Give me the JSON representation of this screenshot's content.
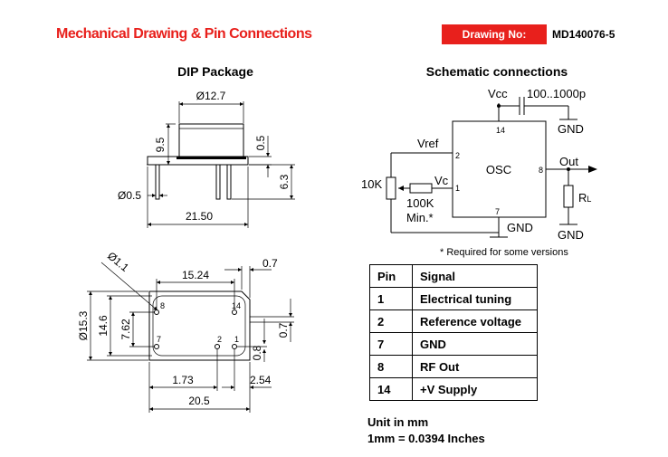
{
  "header": {
    "title": "Mechanical Drawing & Pin Connections",
    "drawing_no_label": "Drawing No:",
    "drawing_no_value": "MD140076-5"
  },
  "dip": {
    "heading": "DIP Package",
    "dim_top_width": "Ø12.7",
    "dim_height": "9.5",
    "dim_seat": "0.5",
    "dim_lead_len": "6.3",
    "dim_lead_dia": "Ø0.5",
    "dim_length": "21.50",
    "dim_pin_dia": "Ø1.1",
    "dim_pin_span": "15.24",
    "dim_edge": "0.7",
    "dim_width": "Ø15.3",
    "dim_inner": "14.6",
    "dim_row": "7.62",
    "dim_right_07": "0.7",
    "dim_right_08": "0.8",
    "dim_bottom_173": "1.73",
    "dim_bottom_254": "2.54",
    "dim_bottom_205": "20.5",
    "pin_8": "8",
    "pin_14": "14",
    "pin_7": "7",
    "pin_2": "2",
    "pin_1": "1"
  },
  "schematic": {
    "heading": "Schematic connections",
    "vcc": "Vcc",
    "cap": "100..1000p",
    "gnd_cap": "GND",
    "pin14": "14",
    "vref": "Vref",
    "pin2": "2",
    "osc": "OSC",
    "pin8": "8",
    "out": "Out",
    "r10k": "10K",
    "vc": "Vc",
    "pin1": "1",
    "r100k": "100K",
    "min": "Min.*",
    "pin7": "7",
    "gnd_osc": "GND",
    "rl": "R",
    "rl_sub": "L",
    "gnd_rl": "GND",
    "note": "* Required for some versions"
  },
  "pin_table": {
    "headers": [
      "Pin",
      "Signal"
    ],
    "rows": [
      [
        "1",
        "Electrical tuning"
      ],
      [
        "2",
        "Reference voltage"
      ],
      [
        "7",
        "GND"
      ],
      [
        "8",
        "RF Out"
      ],
      [
        "14",
        "+V Supply"
      ]
    ]
  },
  "units": {
    "line1": "Unit in mm",
    "line2": "1mm = 0.0394 Inches"
  }
}
